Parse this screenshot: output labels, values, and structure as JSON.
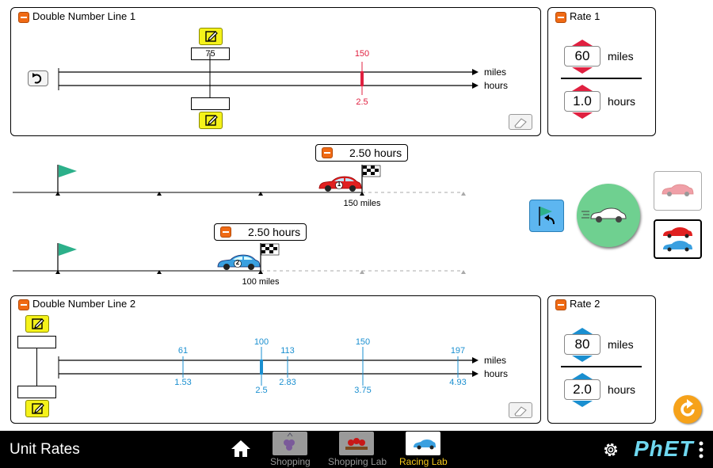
{
  "dnl1": {
    "title": "Double Number Line 1",
    "top_unit": "miles",
    "bottom_unit": "hours",
    "edit_top_value": "75",
    "marker_top": "150",
    "marker_bottom": "2.5"
  },
  "rate1": {
    "title": "Rate 1",
    "numerator": "60",
    "numerator_unit": "miles",
    "denominator": "1.0",
    "denominator_unit": "hours"
  },
  "race": {
    "track1": {
      "timer": "2.50 hours",
      "distance": "150 miles"
    },
    "track2": {
      "timer": "2.50 hours",
      "distance": "100 miles"
    }
  },
  "dnl2": {
    "title": "Double Number Line 2",
    "top_unit": "miles",
    "bottom_unit": "hours",
    "ticks": [
      {
        "top": "61",
        "bottom": "1.53"
      },
      {
        "top": "100",
        "bottom": "2.5"
      },
      {
        "top": "113",
        "bottom": "2.83"
      },
      {
        "top": "150",
        "bottom": "3.75"
      },
      {
        "top": "197",
        "bottom": "4.93"
      }
    ]
  },
  "rate2": {
    "title": "Rate 2",
    "numerator": "80",
    "numerator_unit": "miles",
    "denominator": "2.0",
    "denominator_unit": "hours"
  },
  "cars": {
    "car1_number": "1",
    "car2_number": "2"
  },
  "nav": {
    "app_title": "Unit Rates",
    "tabs": [
      {
        "label": "Shopping",
        "selected": false
      },
      {
        "label": "Shopping Lab",
        "selected": false
      },
      {
        "label": "Racing Lab",
        "selected": true
      }
    ],
    "brand": "PhET"
  },
  "colors": {
    "red": "#e02040",
    "blue": "#1a8fd0",
    "accent_yellow": "#f6c91a",
    "go_green": "#6fd090"
  }
}
